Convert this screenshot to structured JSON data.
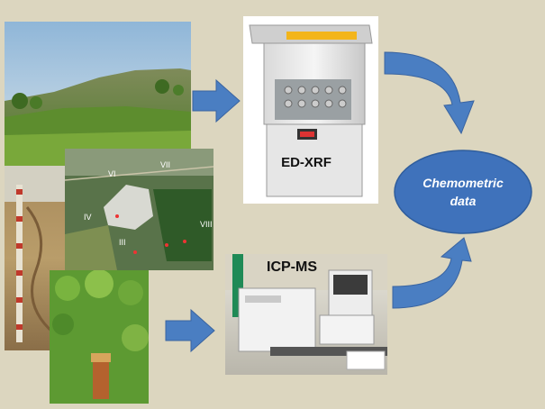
{
  "diagram": {
    "instrument_1_label": "ED-XRF",
    "instrument_2_label": "ICP-MS",
    "output_line_1": "Chemometric",
    "output_line_2": "data",
    "map_markers": [
      "VII",
      "IV",
      "VIII",
      "III",
      "VI"
    ]
  },
  "colors": {
    "background": "#dcd6bf",
    "arrow": "#4a7ec2",
    "arrow_stroke": "#3a64a0",
    "ellipse_fill": "#3f72bb",
    "ellipse_stroke": "#2f5d9c"
  }
}
